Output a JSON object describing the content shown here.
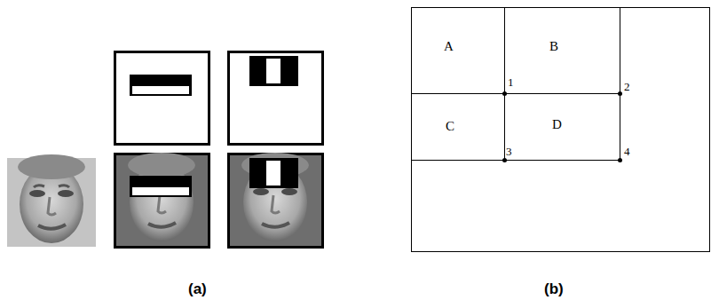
{
  "diagram": {
    "nodes": [
      {
        "text": [
          "A"
        ]
      },
      {
        "text": [
          "B"
        ]
      },
      {
        "text": [
          "C"
        ]
      },
      {
        "text": [
          "D"
        ]
      }
    ],
    "labels": [
      "1",
      "2",
      "3",
      "4",
      "(a)",
      "(b)"
    ]
  }
}
